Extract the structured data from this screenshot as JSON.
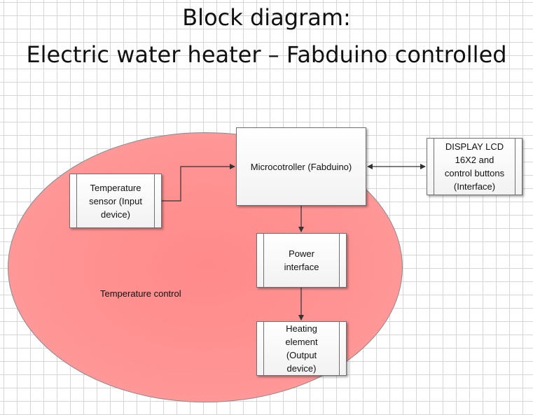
{
  "title": {
    "line1": "Block diagram:",
    "line2": "Electric water heater – Fabduino controlled"
  },
  "region": {
    "label": "Temperature control",
    "color": "#ff9494"
  },
  "blocks": {
    "microcontroller": "Microcotroller (Fabduino)",
    "temperature_sensor": "Temperature\nsensor (Input\ndevice)",
    "display": "DISPLAY LCD\n16X2 and\ncontrol buttons\n(Interface)",
    "power_interface": "Power\ninterface",
    "heating_element": "Heating\nelement\n(Output\ndevice)"
  },
  "connections": [
    {
      "from": "temperature_sensor",
      "to": "microcontroller",
      "direction": "one-way"
    },
    {
      "from": "microcontroller",
      "to": "display",
      "direction": "two-way"
    },
    {
      "from": "microcontroller",
      "to": "power_interface",
      "direction": "one-way"
    },
    {
      "from": "power_interface",
      "to": "heating_element",
      "direction": "one-way"
    }
  ]
}
